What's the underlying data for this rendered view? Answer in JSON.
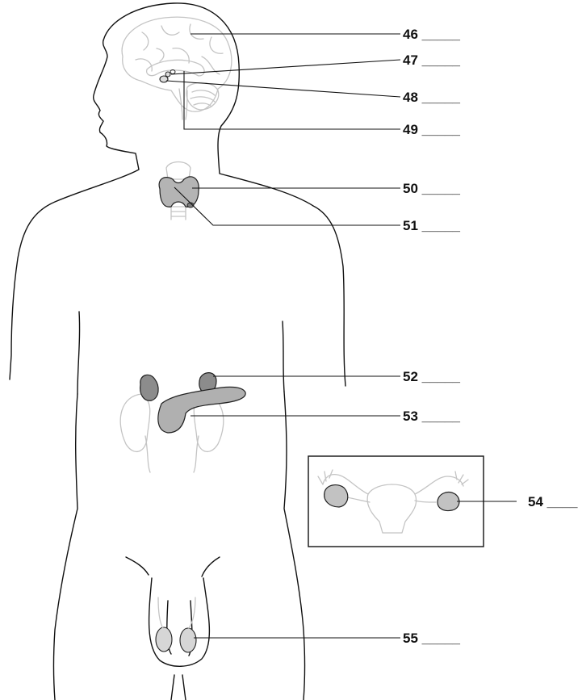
{
  "labels": [
    {
      "number": "46",
      "blank": "_____"
    },
    {
      "number": "47",
      "blank": "_____"
    },
    {
      "number": "48",
      "blank": "_____"
    },
    {
      "number": "49",
      "blank": "_____"
    },
    {
      "number": "50",
      "blank": "_____"
    },
    {
      "number": "51",
      "blank": "_____"
    },
    {
      "number": "52",
      "blank": "_____"
    },
    {
      "number": "53",
      "blank": "_____"
    },
    {
      "number": "54",
      "blank": "____"
    },
    {
      "number": "55",
      "blank": "_____"
    }
  ],
  "colors": {
    "outline": "#111111",
    "ghost_anatomy": "#c4c4c4",
    "gland_fill": "#a8a8a8",
    "gland_dark": "#8c8c8c",
    "thyroid_fill": "#b4b4b4",
    "ovary_fill": "#c2c2c2",
    "testis_fill": "#d6d6d6"
  }
}
